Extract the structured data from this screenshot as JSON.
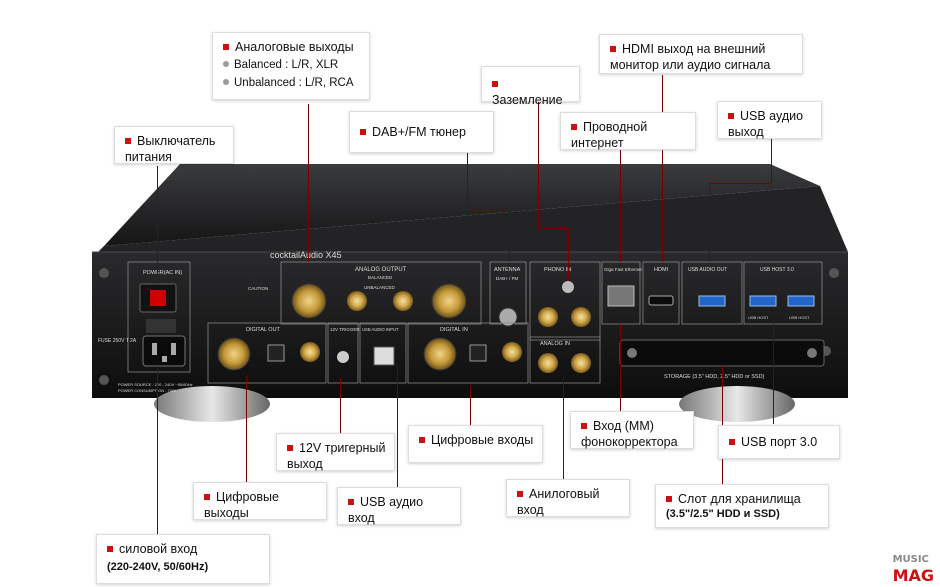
{
  "callouts": {
    "analog_out": {
      "title": "Аналоговые выходы",
      "items": [
        "Balanced : L/R, XLR",
        "Unbalanced : L/R, RCA"
      ]
    },
    "power_switch": {
      "title": "Выключатель питания"
    },
    "dab_tuner": {
      "title": "DAB+/FM тюнер"
    },
    "ground": {
      "title": "Заземление"
    },
    "hdmi_out": {
      "title": "HDMI выход на внешний монитор или аудио сигнала"
    },
    "lan": {
      "title": "Проводной интернет"
    },
    "usb_audio_out": {
      "title": "USB аудио выход"
    },
    "trigger_out": {
      "title": "12V тригерный выход"
    },
    "digital_in": {
      "title": "Цифровые входы"
    },
    "phono_in": {
      "title": "Вход (MM) фонокорректора"
    },
    "usb_host": {
      "title": "USB порт 3.0"
    },
    "digital_out": {
      "title": "Цифровые выходы"
    },
    "usb_audio_in": {
      "title": "USB аудио вход"
    },
    "analog_in": {
      "title": "Анилоговый вход"
    },
    "storage_slot": {
      "title": "Слот для хранилища",
      "detail": "(3.5\"/2.5\" HDD и SSD)"
    },
    "power_in": {
      "title": "силовой вход",
      "detail": "(220-240V, 50/60Hz)"
    }
  },
  "device": {
    "brand": "cocktailAudio X45",
    "sections": {
      "power": "POWER(AC IN)",
      "analog_output": "ANALOG OUTPUT",
      "balanced": "BALANCED",
      "unbalanced": "UNBALANCED",
      "antenna": "ANTENNA",
      "dab_fm": "DAB+ / FM",
      "phono_in": "PHONO IN",
      "ethernet": "Giga Fast Ethernet",
      "hdmi": "HDMI",
      "usb_audio_out": "USB AUDIO OUT",
      "usb_host": "USB HOST 3.0",
      "digital_out": "DIGITAL OUT",
      "trigger": "12V TRIGGER",
      "usb_audio_input": "USB AUDIO INPUT",
      "digital_in": "DIGITAL IN",
      "analog_in": "ANALOG IN",
      "storage": "STORAGE (3.5\" HDD, 2.5\" HDD or SSD)",
      "fuse": "FUSE 250V T 2A",
      "usb_host_label": "USB HOST",
      "power_note": "POWER SOURCE : 220 - 240V ~50/60Hz",
      "power_consumption": "POWER CONSUMPTION : 70W",
      "caution": "CAUTION"
    }
  },
  "watermark": {
    "a": "MUSIC",
    "b": "MAG"
  },
  "colors": {
    "accent": "#cc1111",
    "panel": "#1c1c1e",
    "label_line": "#7a0000"
  }
}
